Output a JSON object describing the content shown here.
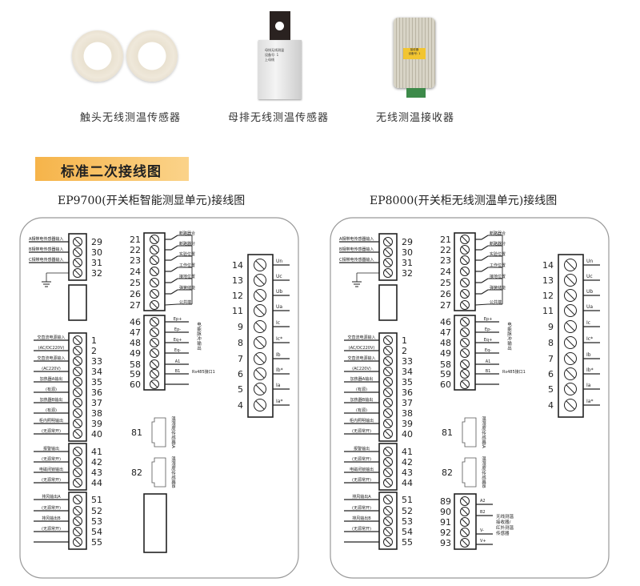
{
  "products": [
    {
      "caption": "触头无线测温传感器"
    },
    {
      "caption": "母排无线测温传感器",
      "device_text": [
        "母排无线测温",
        "设备号: 1",
        "上母线"
      ]
    },
    {
      "caption": "无线测温接收器",
      "device_text": [
        "接收器",
        "设备号: 1"
      ]
    }
  ],
  "section_title": "标准二次接线图",
  "diagrams": [
    {
      "title": "EP9700(开关柜智能测显单元)接线图",
      "blockA": {
        "terminals": [
          "29",
          "30",
          "31",
          "32"
        ],
        "labels": [
          "A相带电传感器输入",
          "B相带电传感器输入",
          "C相带电传感器输入"
        ]
      },
      "blockB": {
        "terminals": [
          "1",
          "2",
          "33",
          "34",
          "35",
          "36",
          "37",
          "38",
          "39",
          "40"
        ],
        "labels": [
          [
            "交直流电源输入",
            "(AC/DC220V)"
          ],
          [
            "交直流电源输入",
            "(AC220V)"
          ],
          [
            "加热器A输出",
            "(有源)"
          ],
          [
            "加热器B输出",
            "(有源)"
          ],
          [
            "柜内照明输出",
            "(无源常开)"
          ]
        ]
      },
      "blockC": {
        "terminals": [
          "41",
          "42",
          "43",
          "44"
        ],
        "labels": [
          [
            "报警输出",
            "(无源常开)"
          ],
          [
            "电磁闭锁输出",
            "(无源常开)"
          ]
        ]
      },
      "blockD": {
        "terminals": [
          "51",
          "52",
          "53",
          "54",
          "55"
        ],
        "labels": [
          [
            "排风输出A",
            "(无源常开)"
          ],
          [
            "排风输出B",
            "(无源常开)"
          ]
        ]
      },
      "mid1": {
        "terminals": [
          "21",
          "22",
          "23",
          "24",
          "25",
          "26",
          "27"
        ],
        "labels": [
          "断路器合",
          "断路器分",
          "实验位置",
          "工作位置",
          "接地位置",
          "弹簧储能",
          "公共端"
        ]
      },
      "mid2": {
        "terminals": [
          "46",
          "47",
          "48",
          "49",
          "58",
          "59",
          "60"
        ],
        "labels": [
          "Ep+",
          "Ep-",
          "Eq+",
          "Eq-",
          "A1",
          "B1"
        ],
        "pulse_label": "电能脉冲输出",
        "rs485_label": "Rs485接口1"
      },
      "connectors": [
        {
          "number": "81",
          "label": "温湿度传感器A"
        },
        {
          "number": "82",
          "label": "温湿度传感器B"
        }
      ],
      "right": {
        "terminals": [
          "14",
          "13",
          "12",
          "11",
          "9",
          "8",
          "7",
          "6",
          "5",
          "4"
        ],
        "labels": [
          "Un",
          "Uc",
          "Ub",
          "Ua",
          "Ic",
          "Ic*",
          "Ib",
          "Ib*",
          "Ia",
          "Ia*"
        ]
      }
    },
    {
      "title": "EP8000(开关柜无线测温单元)接线图",
      "blockA": {
        "terminals": [
          "29",
          "30",
          "31",
          "32"
        ],
        "labels": [
          "A相带电传感器输入",
          "B相带电传感器输入",
          "C相带电传感器输入"
        ]
      },
      "blockB": {
        "terminals": [
          "1",
          "2",
          "33",
          "34",
          "35",
          "36",
          "37",
          "38",
          "39",
          "40"
        ],
        "labels": [
          [
            "交直流电源输入",
            "(AC/DC220V)"
          ],
          [
            "交直流电源输入",
            "(AC220V)"
          ],
          [
            "加热器A输出",
            "(有源)"
          ],
          [
            "加热器B输出",
            "(有源)"
          ],
          [
            "柜内照明输出",
            "(无源常开)"
          ]
        ]
      },
      "blockC": {
        "terminals": [
          "41",
          "42",
          "43",
          "44"
        ],
        "labels": [
          [
            "报警输出",
            "(无源常开)"
          ],
          [
            "电磁闭锁输出",
            "(无源常开)"
          ]
        ]
      },
      "blockD": {
        "terminals": [
          "51",
          "52",
          "53",
          "54",
          "55"
        ],
        "labels": [
          [
            "排风输出A",
            "(无源常开)"
          ],
          [
            "排风输出B",
            "(无源常开)"
          ]
        ]
      },
      "mid1": {
        "terminals": [
          "21",
          "22",
          "23",
          "24",
          "25",
          "26",
          "27"
        ],
        "labels": [
          "断路器合",
          "断路器分",
          "实验位置",
          "工作位置",
          "接地位置",
          "弹簧储能",
          "公共端"
        ]
      },
      "mid2": {
        "terminals": [
          "46",
          "47",
          "48",
          "49",
          "58",
          "59",
          "60"
        ],
        "labels": [
          "Ep+",
          "Ep-",
          "Eq+",
          "Eq-",
          "A1",
          "B1"
        ],
        "pulse_label": "电能脉冲输出",
        "rs485_label": "Rs485接口1"
      },
      "connectors": [
        {
          "number": "81",
          "label": "温湿度传感器A"
        },
        {
          "number": "82",
          "label": "温湿度传感器B"
        }
      ],
      "right": {
        "terminals": [
          "14",
          "13",
          "12",
          "11",
          "9",
          "8",
          "7",
          "6",
          "5",
          "4"
        ],
        "labels": [
          "Un",
          "Uc",
          "Ub",
          "Ua",
          "Ic",
          "Ic*",
          "Ib",
          "Ib*",
          "Ia",
          "Ia*"
        ]
      },
      "receiver": {
        "terminals": [
          "89",
          "90",
          "91",
          "92",
          "93"
        ],
        "labels": [
          "A2",
          "B2",
          "V-",
          "V+"
        ],
        "side_label": [
          "无线测温",
          "接收器/",
          "红外测温",
          "传感器"
        ]
      }
    }
  ]
}
